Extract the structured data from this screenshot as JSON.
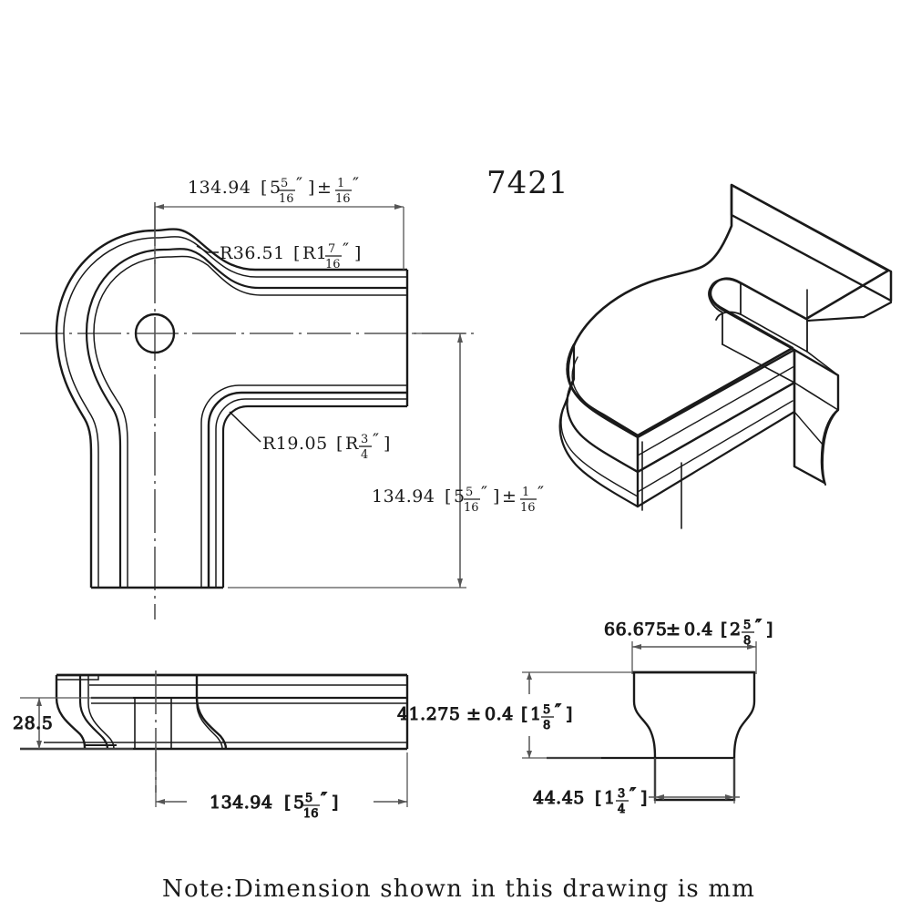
{
  "drawing": {
    "title": "7421",
    "note": "Note:Dimension shown in this drawing is mm",
    "units": "mm"
  },
  "plan_view": {
    "name": "plan-view",
    "dim_top": {
      "value": "134.94",
      "bracket_open": "[",
      "whole": "5",
      "num": "5",
      "den": "16",
      "inch": "″",
      "bracket_close": "]",
      "tol_sign": "±",
      "tol_num": "1",
      "tol_den": "16",
      "tol_inch": "″"
    },
    "dim_right": {
      "value": "134.94",
      "bracket_open": "[",
      "whole": "5",
      "num": "5",
      "den": "16",
      "inch": "″",
      "bracket_close": "]",
      "tol_sign": "±",
      "tol_num": "1",
      "tol_den": "16",
      "tol_inch": "″"
    },
    "radius_outer": {
      "value": "R36.51",
      "bracket_open": "[",
      "prefix": "R1",
      "num": "7",
      "den": "16",
      "inch": "″",
      "bracket_close": "]"
    },
    "radius_inner": {
      "value": "R19.05",
      "bracket_open": "[",
      "prefix": "R",
      "num": "3",
      "den": "4",
      "inch": "″",
      "bracket_close": "]"
    }
  },
  "elevation_view": {
    "name": "elevation-view",
    "dim_height": {
      "value": "28.5"
    },
    "dim_length": {
      "value": "134.94",
      "bracket_open": "[",
      "whole": "5",
      "num": "5",
      "den": "16",
      "inch": "″",
      "bracket_close": "]"
    }
  },
  "section_view": {
    "name": "section-view",
    "dim_width_top": {
      "value": "66.675",
      "tol_sign": "±",
      "tol_value": "0.4",
      "bracket_open": "[",
      "whole": "2",
      "num": "5",
      "den": "8",
      "inch": "″",
      "bracket_close": "]"
    },
    "dim_height": {
      "value": "41.275",
      "tol_sign": "±",
      "tol_value": "0.4",
      "bracket_open": "[",
      "whole": "1",
      "num": "5",
      "den": "8",
      "inch": "″",
      "bracket_close": "]"
    },
    "dim_width_bottom": {
      "value": "44.45",
      "bracket_open": "[",
      "whole": "1",
      "num": "3",
      "den": "4",
      "inch": "″",
      "bracket_close": "]"
    }
  },
  "iso_view": {
    "name": "isometric-view"
  },
  "colors": {
    "line": "#1a1a1a",
    "centerline": "#555555",
    "background": "#ffffff"
  }
}
